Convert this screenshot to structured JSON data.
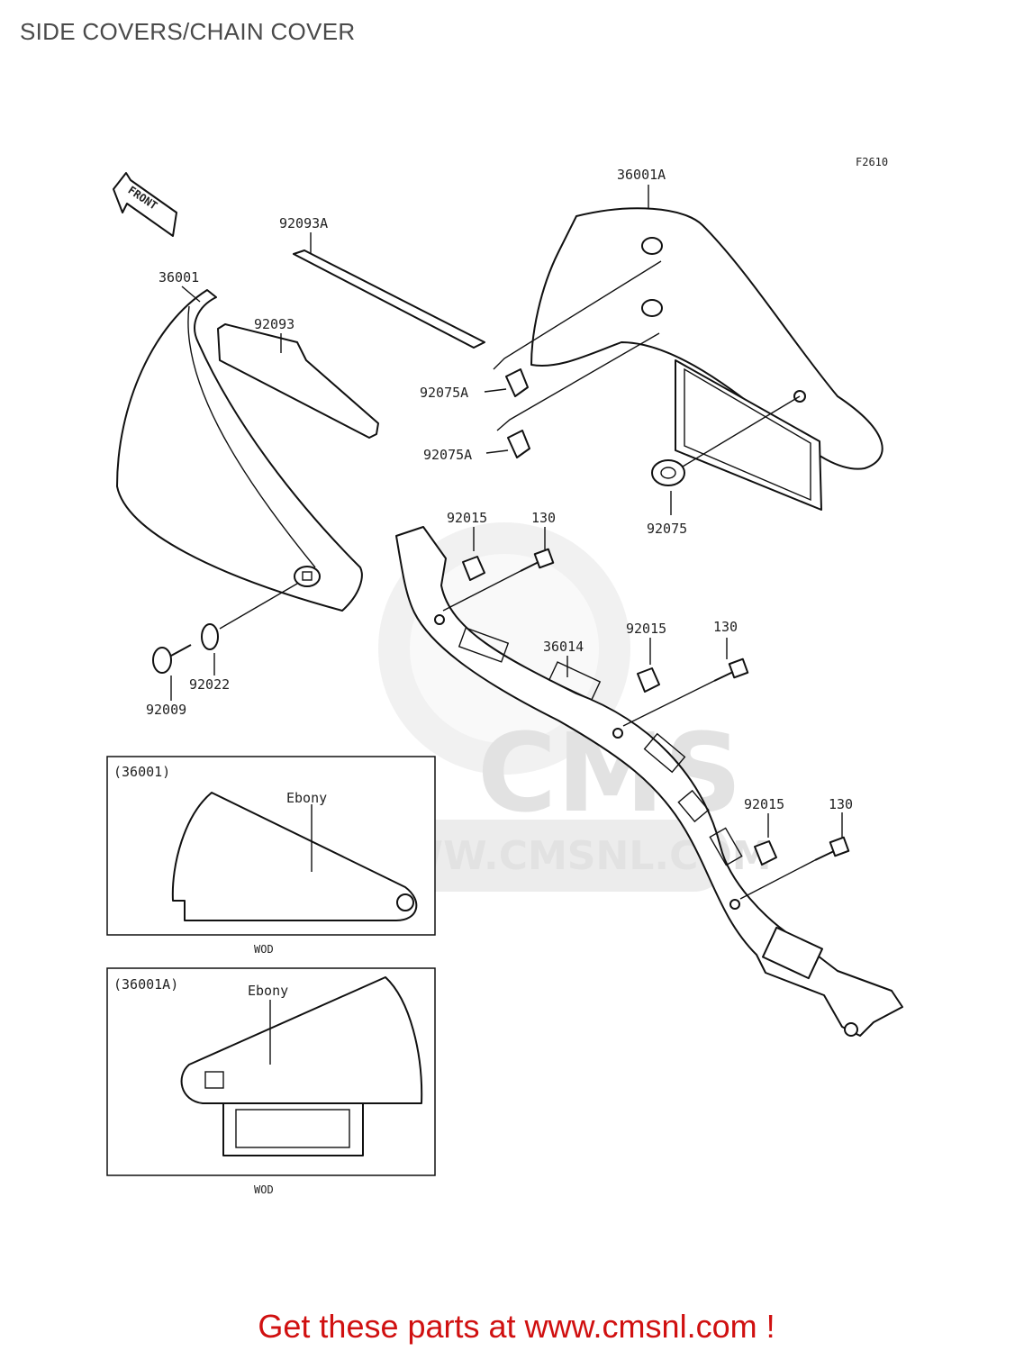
{
  "page": {
    "title": "SIDE COVERS/CHAIN COVER",
    "footer": "Get these parts at www.cmsnl.com !"
  },
  "diagram": {
    "figure_code": "F2610",
    "front_arrow": "FRONT",
    "watermark": {
      "logo_text": "CMS",
      "url": "WWW.CMSNL.COM"
    },
    "part_labels": {
      "p36001A": "36001A",
      "p92093A": "92093A",
      "p36001": "36001",
      "p92093": "92093",
      "p92075A_1": "92075A",
      "p92075A_2": "92075A",
      "p92075": "92075",
      "p92015_1": "92015",
      "p130_1": "130",
      "p92015_2": "92015",
      "p130_2": "130",
      "p36014": "36014",
      "p92015_3": "92015",
      "p130_3": "130",
      "p92022": "92022",
      "p92009": "92009"
    },
    "inset1": {
      "ref": "(36001)",
      "color": "Ebony",
      "code": "WOD"
    },
    "inset2": {
      "ref": "(36001A)",
      "color": "Ebony",
      "code": "WOD"
    }
  }
}
